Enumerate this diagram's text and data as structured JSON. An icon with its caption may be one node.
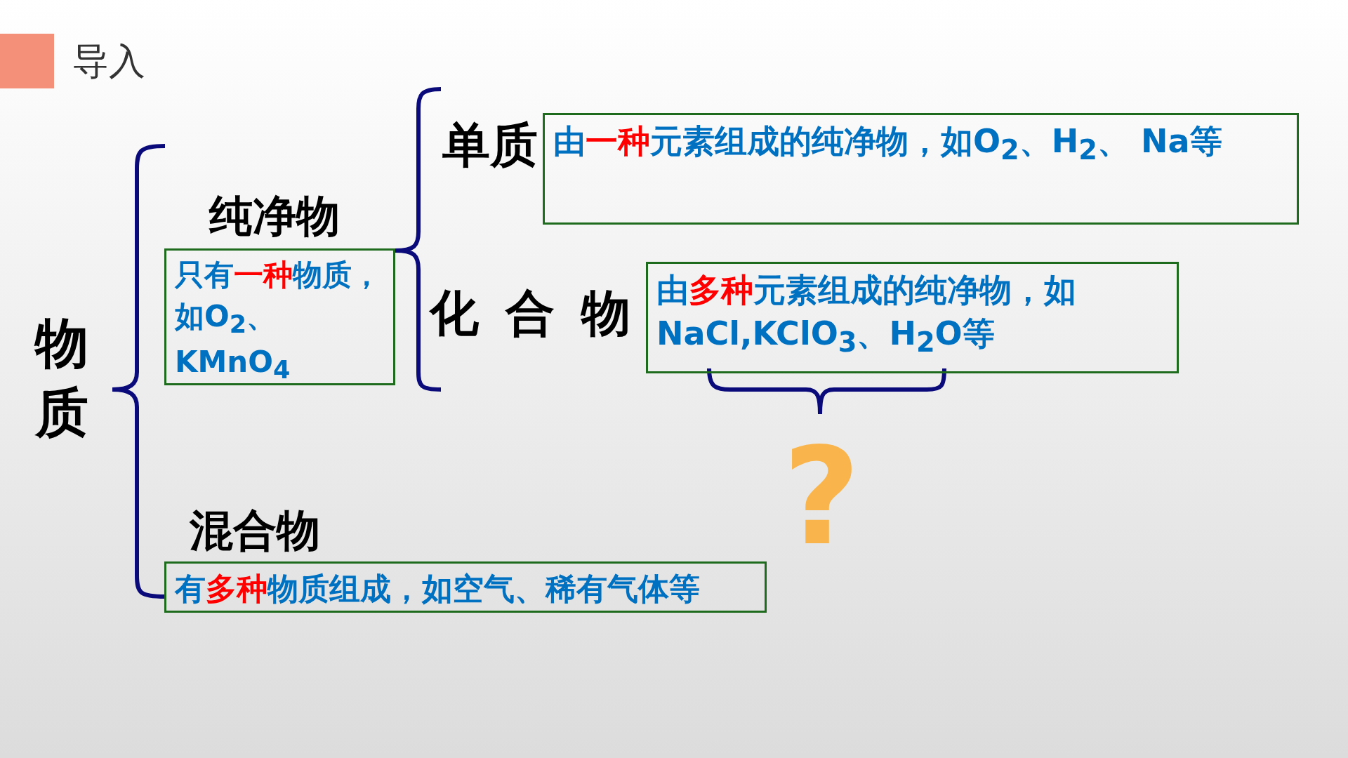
{
  "diagram": {
    "title": "导入",
    "nodes": [
      {
        "text": [
          "单质",
          "由**一种**元素组成的纯净物，如O$_{2}$、H$_{2}$、 Na等"
        ]
      },
      {
        "text": [
          "纯净物",
          "只有**一种**物质，如O$_{2}$、 KMnO$_{4}$"
        ]
      },
      {
        "text": [
          "化合物",
          "由**多种**元素组成的纯净物，如NaCl,KClO$_{3}$、H$_{2}$O等"
        ]
      },
      {
        "text": [
          "混合物",
          "有**多种**物质组成，如空气、稀有气体等"
        ]
      }
    ],
    "labels": [
      "物质",
      "?"
    ]
  }
}
